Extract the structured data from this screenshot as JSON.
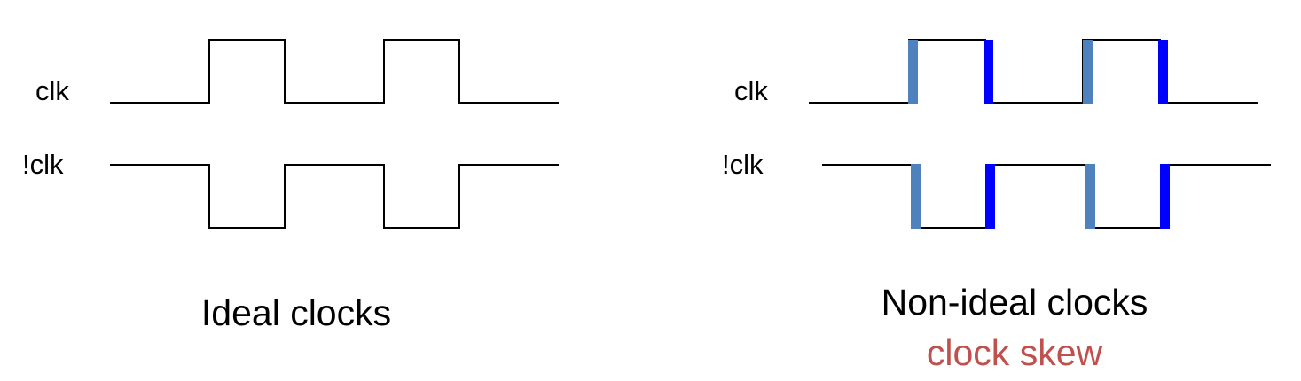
{
  "ideal": {
    "clk_label": "clk",
    "nclk_label": "!clk",
    "caption": "Ideal clocks"
  },
  "nonideal": {
    "clk_label": "clk",
    "nclk_label": "!clk",
    "caption": "Non-ideal clocks",
    "subcaption": "clock skew"
  },
  "colors": {
    "waveform": "#000000",
    "rising_skew_marker": "#4f81bd",
    "falling_skew_marker": "#0000ff",
    "subcaption": "#c0504d"
  }
}
